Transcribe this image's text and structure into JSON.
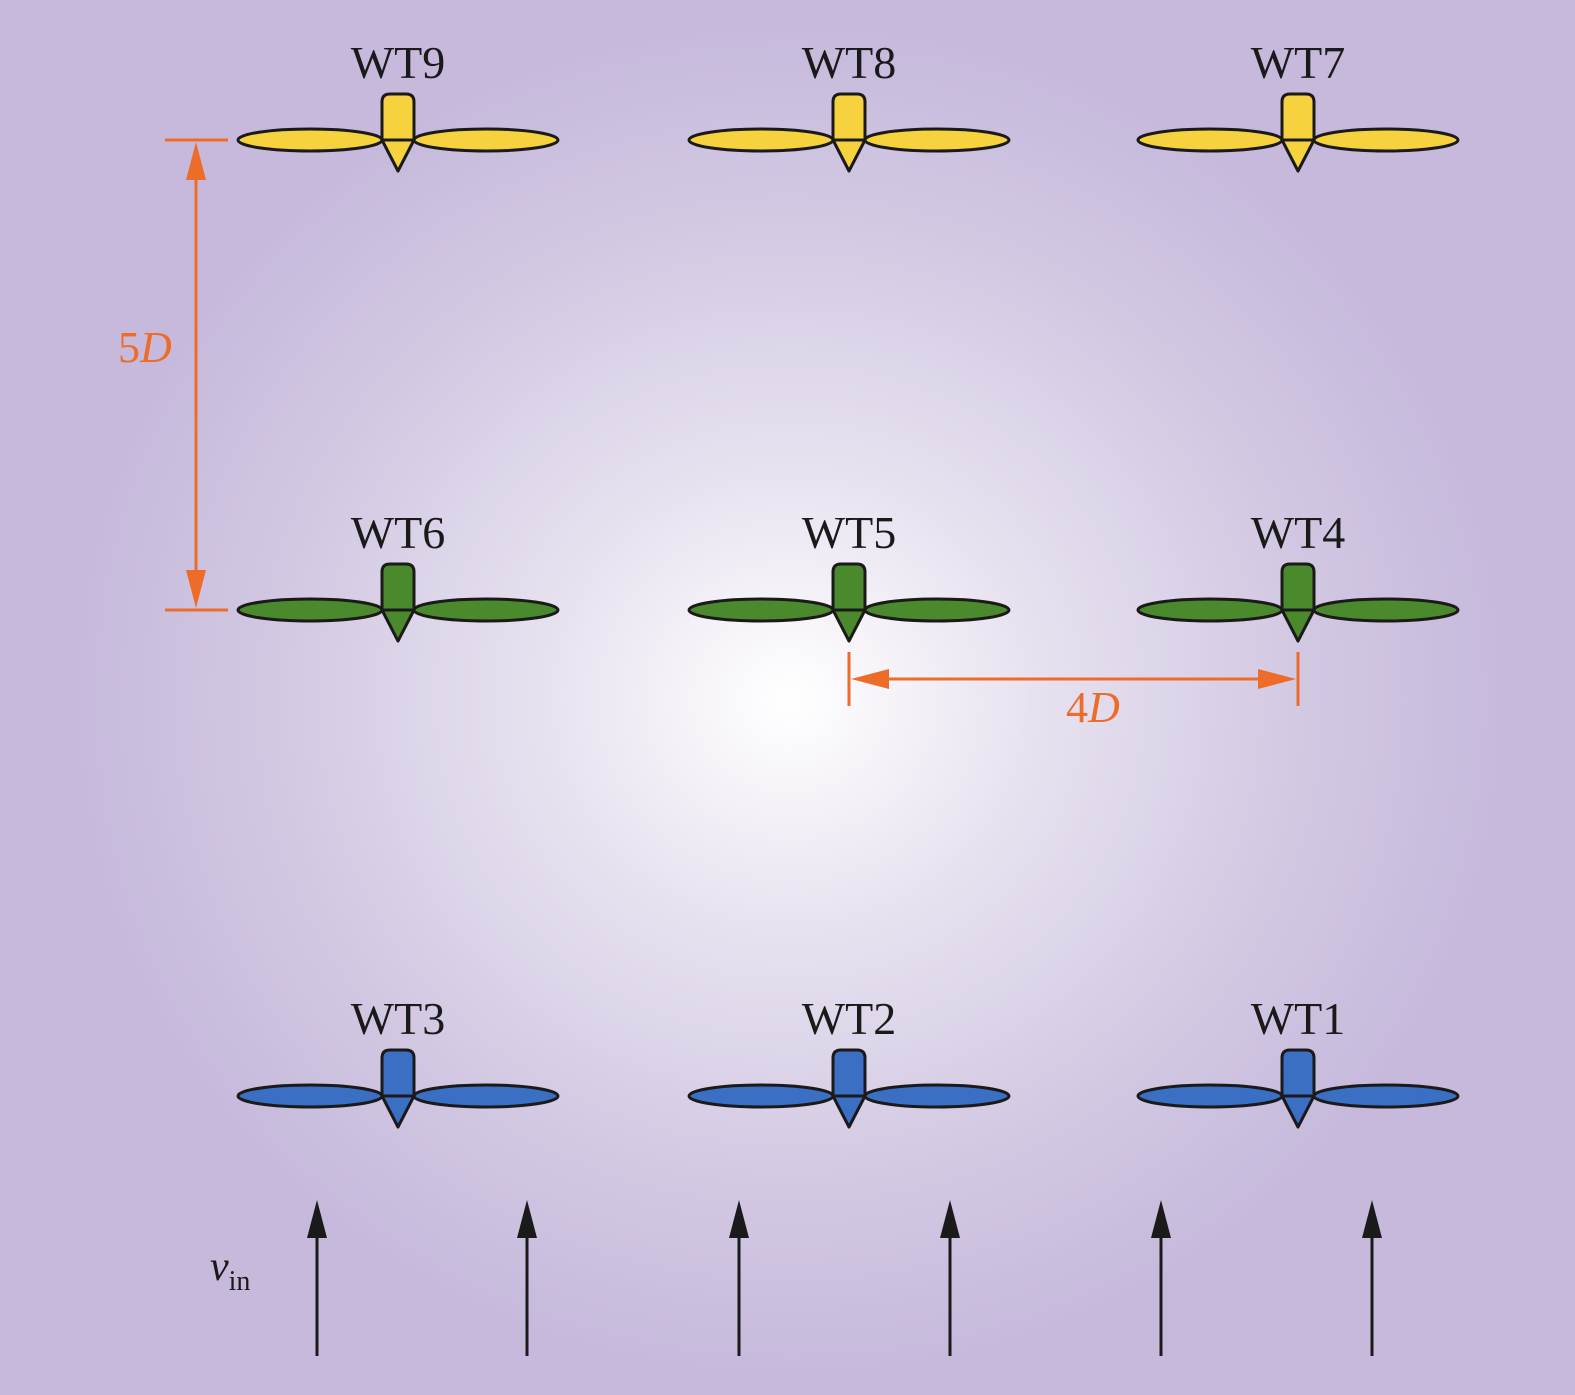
{
  "colors": {
    "row_front": "#3a6fc4",
    "row_middle": "#4a8a2c",
    "row_back": "#f5d23e",
    "outline": "#1a1a1a",
    "dimension": "#ee6c2a",
    "arrow": "#1a1a1a"
  },
  "turbines": [
    {
      "id": "WT1",
      "label": "WT1",
      "row": "front"
    },
    {
      "id": "WT2",
      "label": "WT2",
      "row": "front"
    },
    {
      "id": "WT3",
      "label": "WT3",
      "row": "front"
    },
    {
      "id": "WT4",
      "label": "WT4",
      "row": "middle"
    },
    {
      "id": "WT5",
      "label": "WT5",
      "row": "middle"
    },
    {
      "id": "WT6",
      "label": "WT6",
      "row": "middle"
    },
    {
      "id": "WT7",
      "label": "WT7",
      "row": "back"
    },
    {
      "id": "WT8",
      "label": "WT8",
      "row": "back"
    },
    {
      "id": "WT9",
      "label": "WT9",
      "row": "back"
    }
  ],
  "dimensions": {
    "row_spacing": {
      "number": "5",
      "unit": "D"
    },
    "column_spacing": {
      "number": "4",
      "unit": "D"
    }
  },
  "inflow": {
    "symbol": "v",
    "subscript": "in"
  }
}
